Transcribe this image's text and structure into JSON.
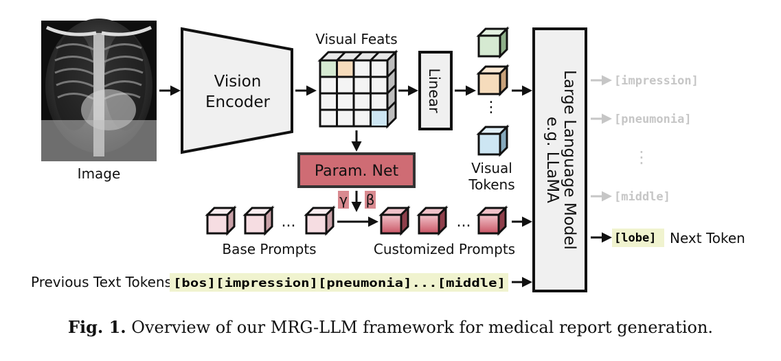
{
  "labels": {
    "image": "Image",
    "vision_encoder_line1": "Vision",
    "vision_encoder_line2": "Encoder",
    "visual_feats": "Visual Feats",
    "linear": "Linear",
    "visual_tokens_line1": "Visual",
    "visual_tokens_line2": "Tokens",
    "param_net": "Param. Net",
    "gamma": "γ",
    "beta": "β",
    "base_prompts": "Base Prompts",
    "customized_prompts": "Customized Prompts",
    "llm_line1": "Large Language Model",
    "llm_line2": "e.g. LLaMA",
    "previous_text_tokens": "Previous Text Tokens",
    "next_token": "Next Token",
    "ellipsis": "...",
    "ellipsis_vertical": "⋮"
  },
  "token_sequence": "[bos][impression][pneumonia]...[middle]",
  "output_tokens": [
    "[impression]",
    "[pneumonia]",
    "[middle]"
  ],
  "next_token_value": "[lobe]",
  "caption": {
    "prefix": "Fig. 1.",
    "text": "Overview of our MRG-LLM framework for medical report generation."
  },
  "colors": {
    "green_cell": "#d6ead2",
    "orange_cell": "#f6dcbc",
    "blue_cell": "#cde6f3",
    "param_net_fill": "#cf6c74",
    "gamma_beta_fill": "#d98a90",
    "base_prompt": "#f6dde2",
    "custom_prompt": "#d46f7c",
    "token_highlight": "#f0f3cf",
    "faded_text": "#c6c6c6"
  },
  "icons": [
    "chest-xray-image",
    "cube-icon",
    "arrow-icon"
  ]
}
